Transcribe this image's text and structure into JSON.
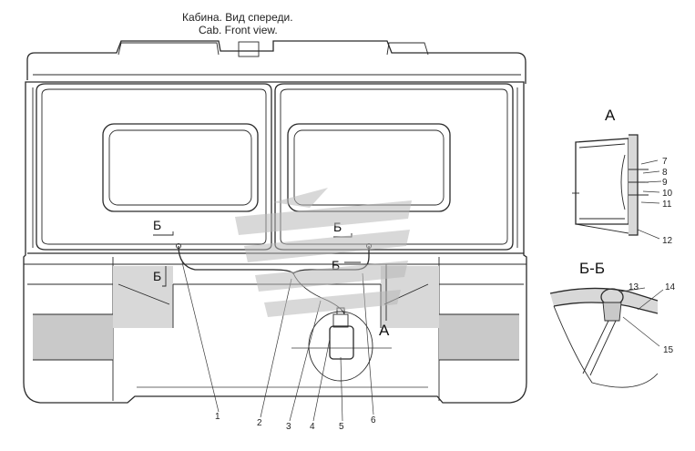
{
  "title": {
    "ru": "Кабина. Вид спереди.",
    "en": "Cab. Front view."
  },
  "views": {
    "detail_a": "А",
    "section_bb": "Б-Б"
  },
  "markers": {
    "section_b": "Б",
    "view_a": "А"
  },
  "callouts": {
    "main": [
      "1",
      "2",
      "3",
      "4",
      "5",
      "6"
    ],
    "detail_a": [
      "7",
      "8",
      "9",
      "10",
      "11",
      "12"
    ],
    "section_bb": [
      "13",
      "14",
      "15"
    ]
  },
  "colors": {
    "line": "#2a2a2a",
    "shade": "#d8d8d8",
    "watermark": "#b8b8b8"
  }
}
